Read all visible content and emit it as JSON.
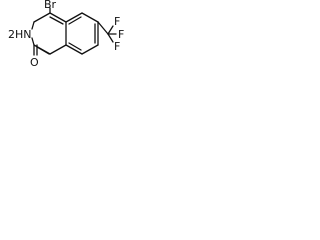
{
  "molecule": {
    "atoms": {
      "bromine": "Br",
      "nitrogen": "2HN",
      "oxygen": "O",
      "fluorine_top": "F",
      "fluorine_right": "F",
      "fluorine_bottom": "F"
    }
  }
}
